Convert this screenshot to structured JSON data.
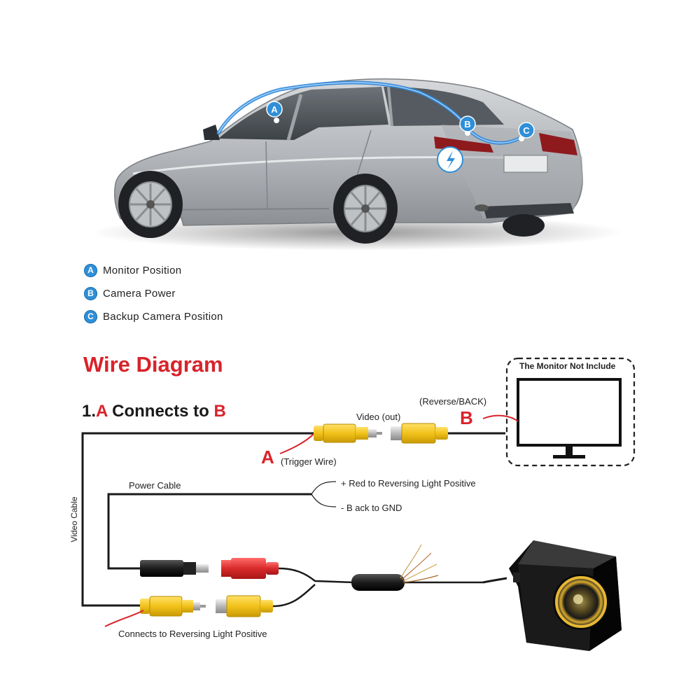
{
  "car": {
    "markers": [
      "A",
      "B",
      "C"
    ]
  },
  "legend": [
    {
      "letter": "A",
      "text": "Monitor Position"
    },
    {
      "letter": "B",
      "text": "Camera Power"
    },
    {
      "letter": "C",
      "text": "Backup Camera Position"
    }
  ],
  "diagram": {
    "title": "Wire Diagram",
    "subtitle_prefix": "1.",
    "subtitle_a": "A",
    "subtitle_mid": " Connects to ",
    "subtitle_b": "B",
    "video_out": "Video (out)",
    "reverse_back": "(Reverse/BACK)",
    "letter_b": "B",
    "letter_a": "A",
    "trigger_wire": "(Trigger Wire)",
    "monitor_note": "The Monitor Not Include",
    "power_cable": "Power Cable",
    "red_note": "+ Red to Reversing Light Positive",
    "black_note": "- B ack to GND",
    "video_cable": "Video Cable",
    "bottom_note": "Connects to Reversing Light Positive"
  },
  "colors": {
    "accent_red": "#d8232a",
    "badge_blue": "#2f8fd8",
    "rca_yellow": "#f2c21b",
    "power_red": "#d92b2b",
    "car_silver": "#b9bcc0"
  }
}
